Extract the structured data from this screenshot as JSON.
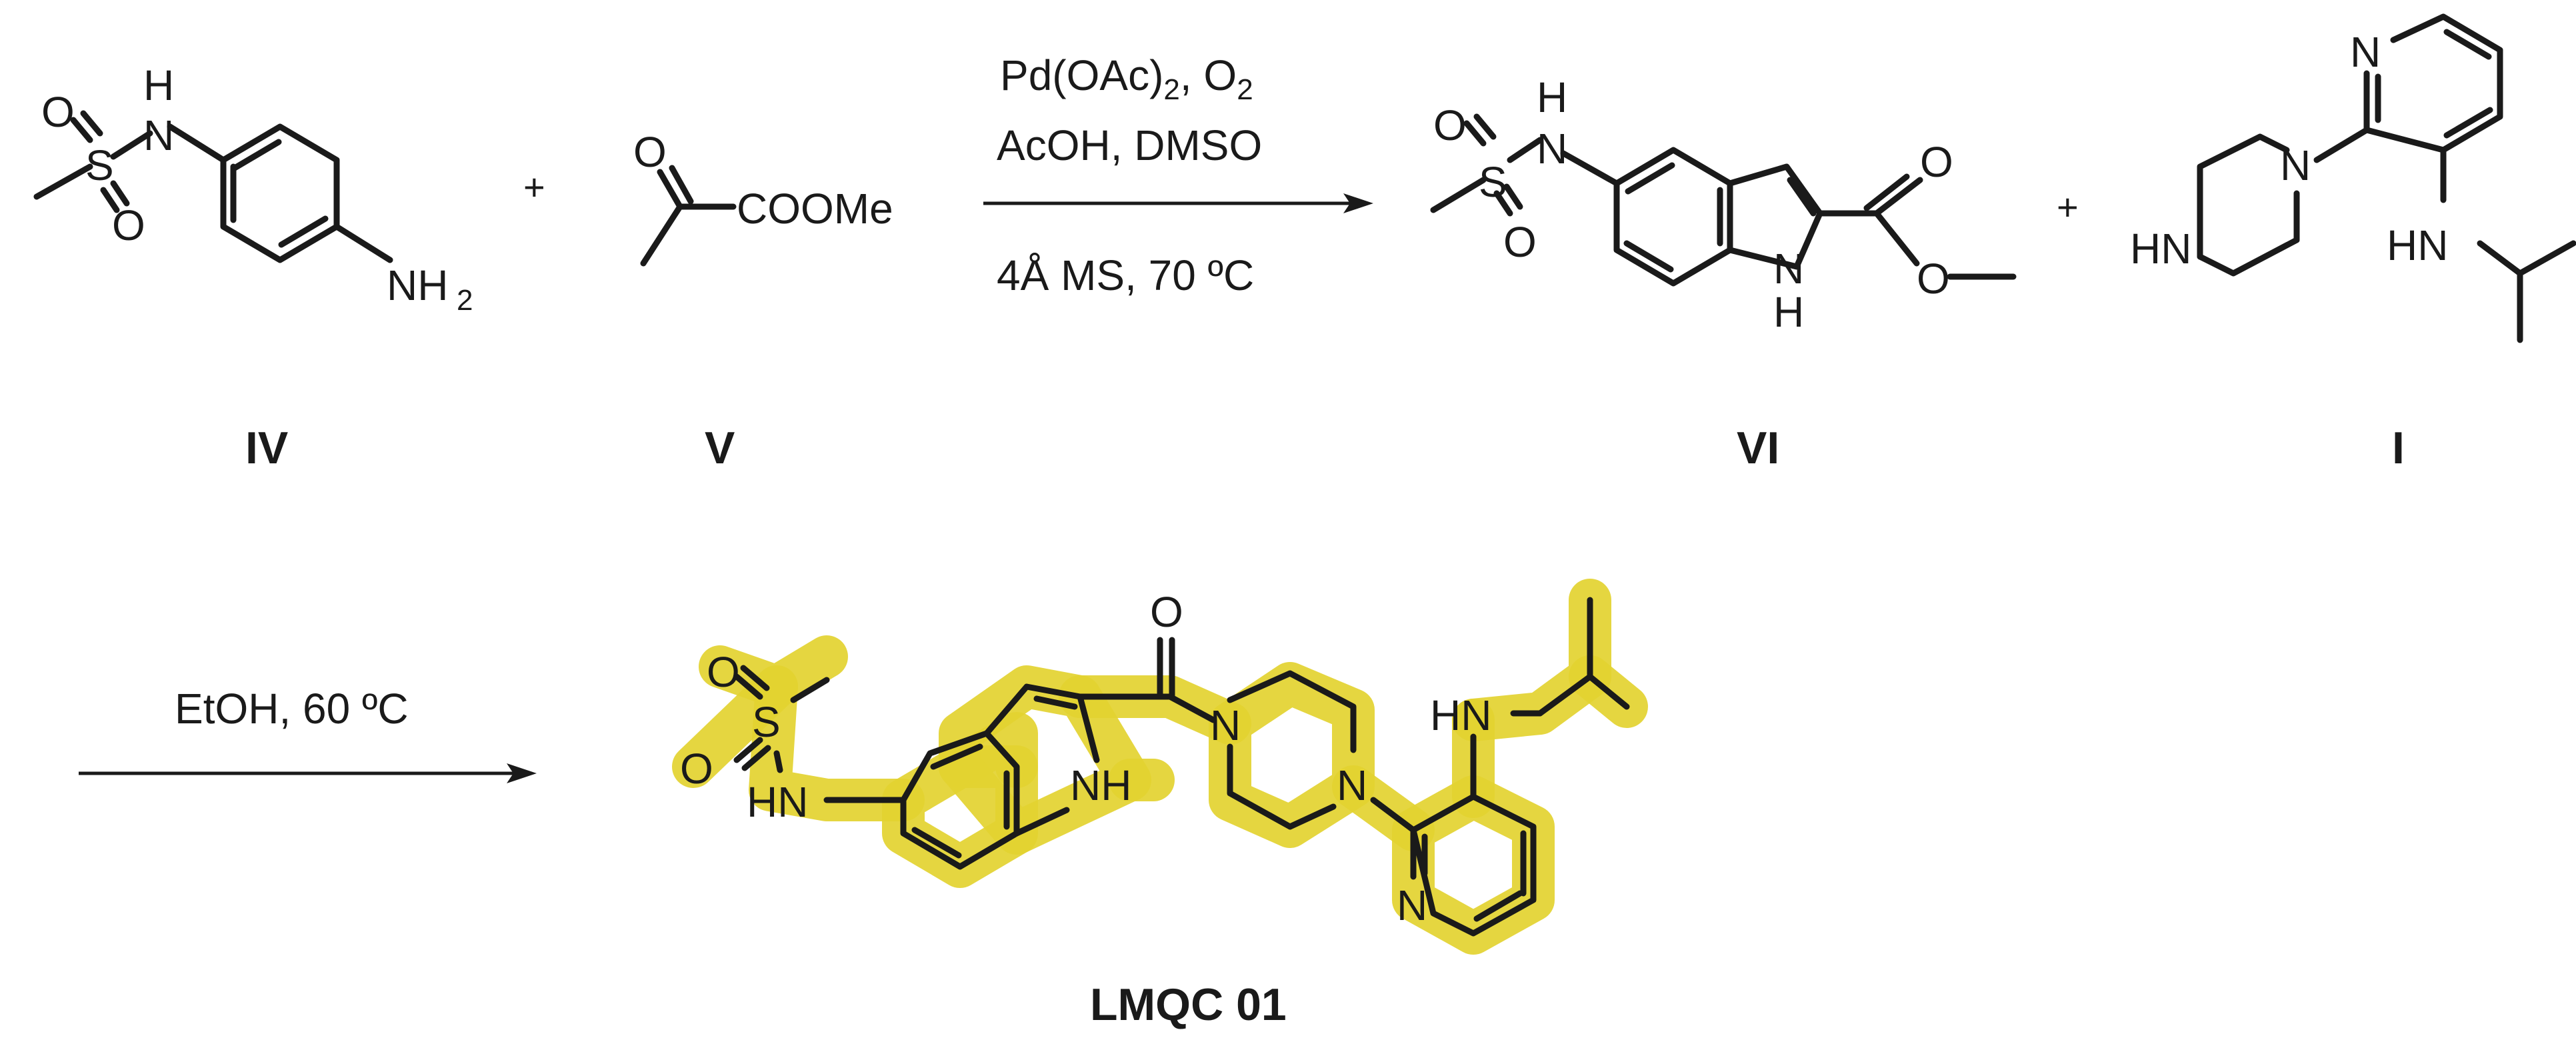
{
  "reaction": {
    "step1": {
      "reagent_pd": "Pd(OAc)",
      "reagent_pd_sub": "2",
      "reagent_o2": ", O",
      "reagent_o2_sub": "2",
      "solvents": "AcOH, DMSO",
      "conditions": "4Å MS, 70 ºC"
    },
    "step2": {
      "conditions": "EtOH, 60 ºC"
    },
    "plus_sign": "+"
  },
  "compounds": {
    "iv": {
      "label": "IV",
      "atoms": {
        "nh_n": "N",
        "nh_h": "H",
        "s": "S",
        "o1": "O",
        "o2": "O",
        "nh2": "NH",
        "nh2_sub": "2"
      }
    },
    "v": {
      "label": "V",
      "atoms": {
        "o": "O",
        "ester": "COOMe"
      }
    },
    "vi": {
      "label": "VI",
      "atoms": {
        "nh_n": "N",
        "nh_h": "H",
        "s": "S",
        "o1": "O",
        "o2": "O",
        "indole_n": "N",
        "indole_h": "H",
        "co_o": "O",
        "ester_o": "O"
      }
    },
    "i": {
      "label": "I",
      "atoms": {
        "pyr_n": "N",
        "pip_n": "N",
        "pip_hn": "HN",
        "amine_hn": "HN"
      }
    },
    "product": {
      "label": "LMQC 01",
      "highlight_color": "#e3d230",
      "atoms": {
        "o1": "O",
        "s": "S",
        "o2": "O",
        "hn": "HN",
        "indole_nh": "NH",
        "co_o": "O",
        "pip_n1": "N",
        "pip_n2": "N",
        "amine_hn": "HN",
        "pyr_n": "N"
      }
    }
  }
}
